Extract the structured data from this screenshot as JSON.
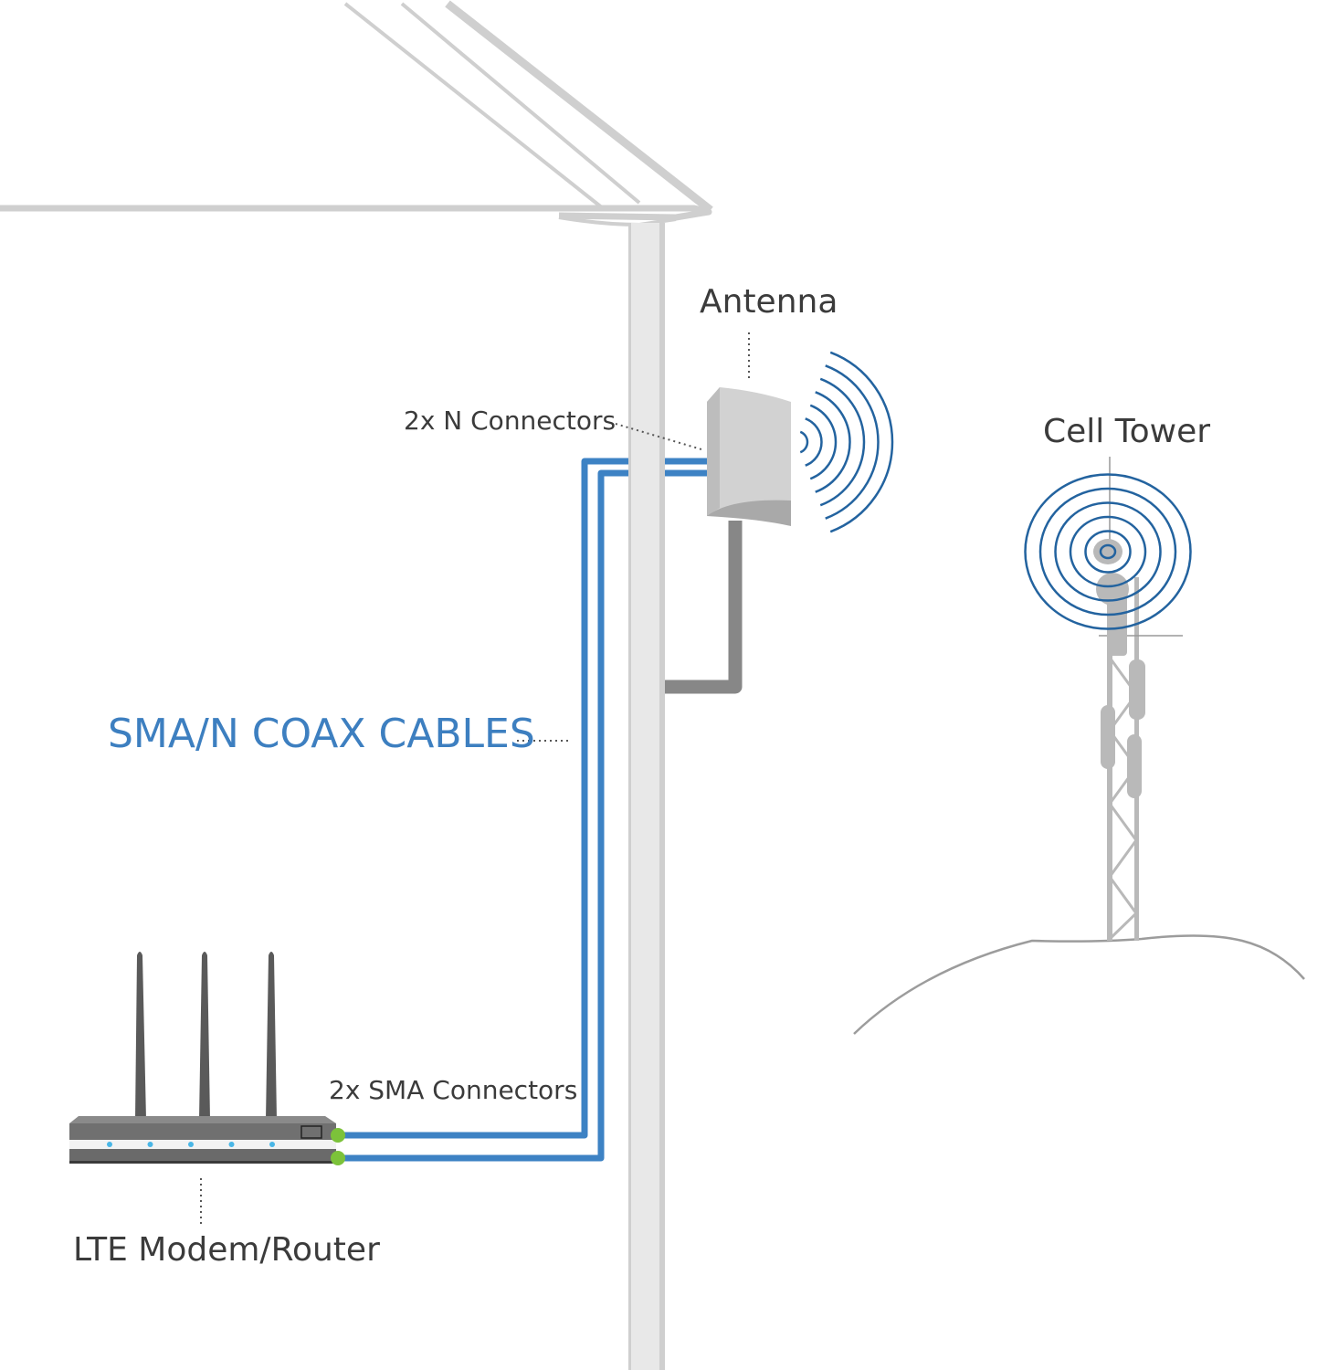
{
  "title": "LTE Modem/Router to Outdoor Antenna Connection Diagram",
  "labels": {
    "antenna": "Antenna",
    "n_connectors": "2x N Connectors",
    "cell_tower": "Cell Tower",
    "coax_cables": "SMA/N COAX CABLES",
    "sma_connectors": "2x SMA Connectors",
    "router": "LTE Modem/Router"
  },
  "components": {
    "router": {
      "antenna_count": 3,
      "status_led_count": 5,
      "connector_count": 2
    },
    "outdoor_antenna": {
      "connector_count": 2,
      "signal_waves": 7
    },
    "cell_tower": {
      "signal_rings": 6
    },
    "cables": {
      "count": 2
    }
  },
  "colors": {
    "cable": "#3d82c4",
    "signal": "#23639f",
    "connector": "#7cc23a",
    "structure": "#cfcfcf",
    "text": "#3b3b3b",
    "accent_text": "#3d7fc0"
  }
}
